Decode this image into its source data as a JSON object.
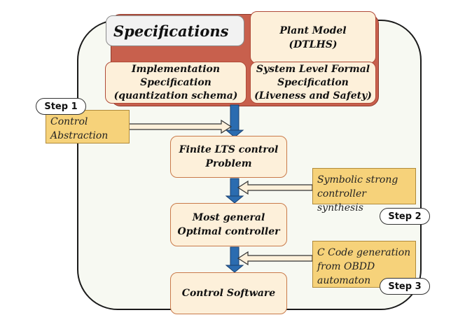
{
  "boxes": {
    "specifications": "Specifications",
    "plant_model": "Plant Model\n(DTLHS)",
    "implementation_spec": "Implementation\nSpecification\n(quantization schema)",
    "system_spec": "System Level Formal\nSpecification\n(Liveness and Safety)",
    "finite_lts": "Finite LTS control\nProblem",
    "most_general": "Most general\nOptimal controller",
    "control_software": "Control Software"
  },
  "notes": {
    "control_abstraction": "Control\nAbstraction",
    "symbolic_synthesis": "Symbolic strong\ncontroller synthesis",
    "code_generation": "C Code generation\nfrom OBDD\nautomaton"
  },
  "steps": {
    "step1": "Step 1",
    "step2": "Step 2",
    "step3": "Step 3"
  },
  "colors": {
    "spec_panel": "#c8604d",
    "process_box": "#fdf0da",
    "note": "#f6d27a",
    "flow_arrow": "#2b6cb0"
  }
}
